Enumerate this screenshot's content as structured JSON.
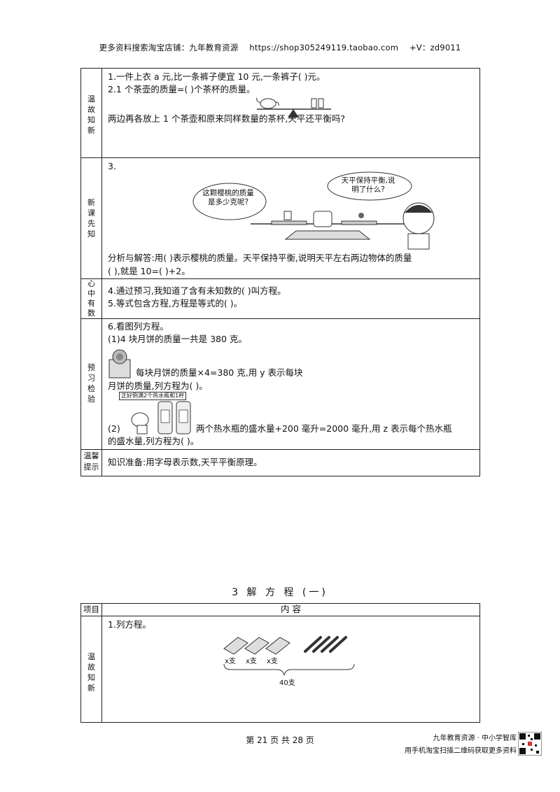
{
  "header": {
    "shop_text": "更多资料搜索淘宝店铺：九年教育资源",
    "url": "https://shop305249119.taobao.com",
    "contact": "+V：zd9011"
  },
  "sections": {
    "review": {
      "label": "温故知新",
      "line1": "1.一件上衣 a 元,比一条裤子便宜 10 元,一条裤子(            )元。",
      "line2": "2.1 个茶壶的质量=(    )个茶杯的质量。",
      "line3": "两边再各放上 1 个茶壶和原来同样数量的茶杯,天平还平衡吗?"
    },
    "new_lesson": {
      "label": "新课先知",
      "line1": "3.",
      "bubble_left": "这颗樱桃的质量是多少克呢?",
      "bubble_right": "天平保持平衡,说明了什么?",
      "analysis1": "分析与解答:用(            )表示樱桃的质量。天平保持平衡,说明天平左右两边物体的质量",
      "analysis2": "(            ),就是 10=(            )+2。"
    },
    "mind": {
      "label": "心中有数",
      "line1": "4.通过预习,我知道了含有未知数的(            )叫方程。",
      "line2": "5.等式包含方程,方程是等式的(            )。"
    },
    "preview": {
      "label": "预习检验",
      "line1": "6.看图列方程。",
      "line2": "(1)4 块月饼的质量一共是 380 克。",
      "line3": "每块月饼的质量×4=380 克,用 y 表示每块",
      "line4": "月饼的质量,列方程为(                        )。",
      "img_caption": "正好倒满2个热水瓶和1杯",
      "line5a": "(2)",
      "line5b": "两个热水瓶的盛水量+200 毫升=2000 毫升,用 z 表示每个热水瓶",
      "line6": "的盛水量,列方程为(                    )。"
    },
    "tips": {
      "label": "温馨提示",
      "line1": "知识准备:用字母表示数,天平平衡原理。"
    }
  },
  "lesson2": {
    "title": "3  解 方 程 (一)",
    "col_item": "项目",
    "col_content": "内        容",
    "label": "温故知新",
    "line1": "1.列方程。",
    "pack_label": "x支",
    "total_label": "40支"
  },
  "footer": {
    "page": "第 21 页 共 28 页",
    "brand1": "九年教育资源 · 中小学智库",
    "brand2": "用手机淘宝扫描二维码获取更多资料"
  }
}
